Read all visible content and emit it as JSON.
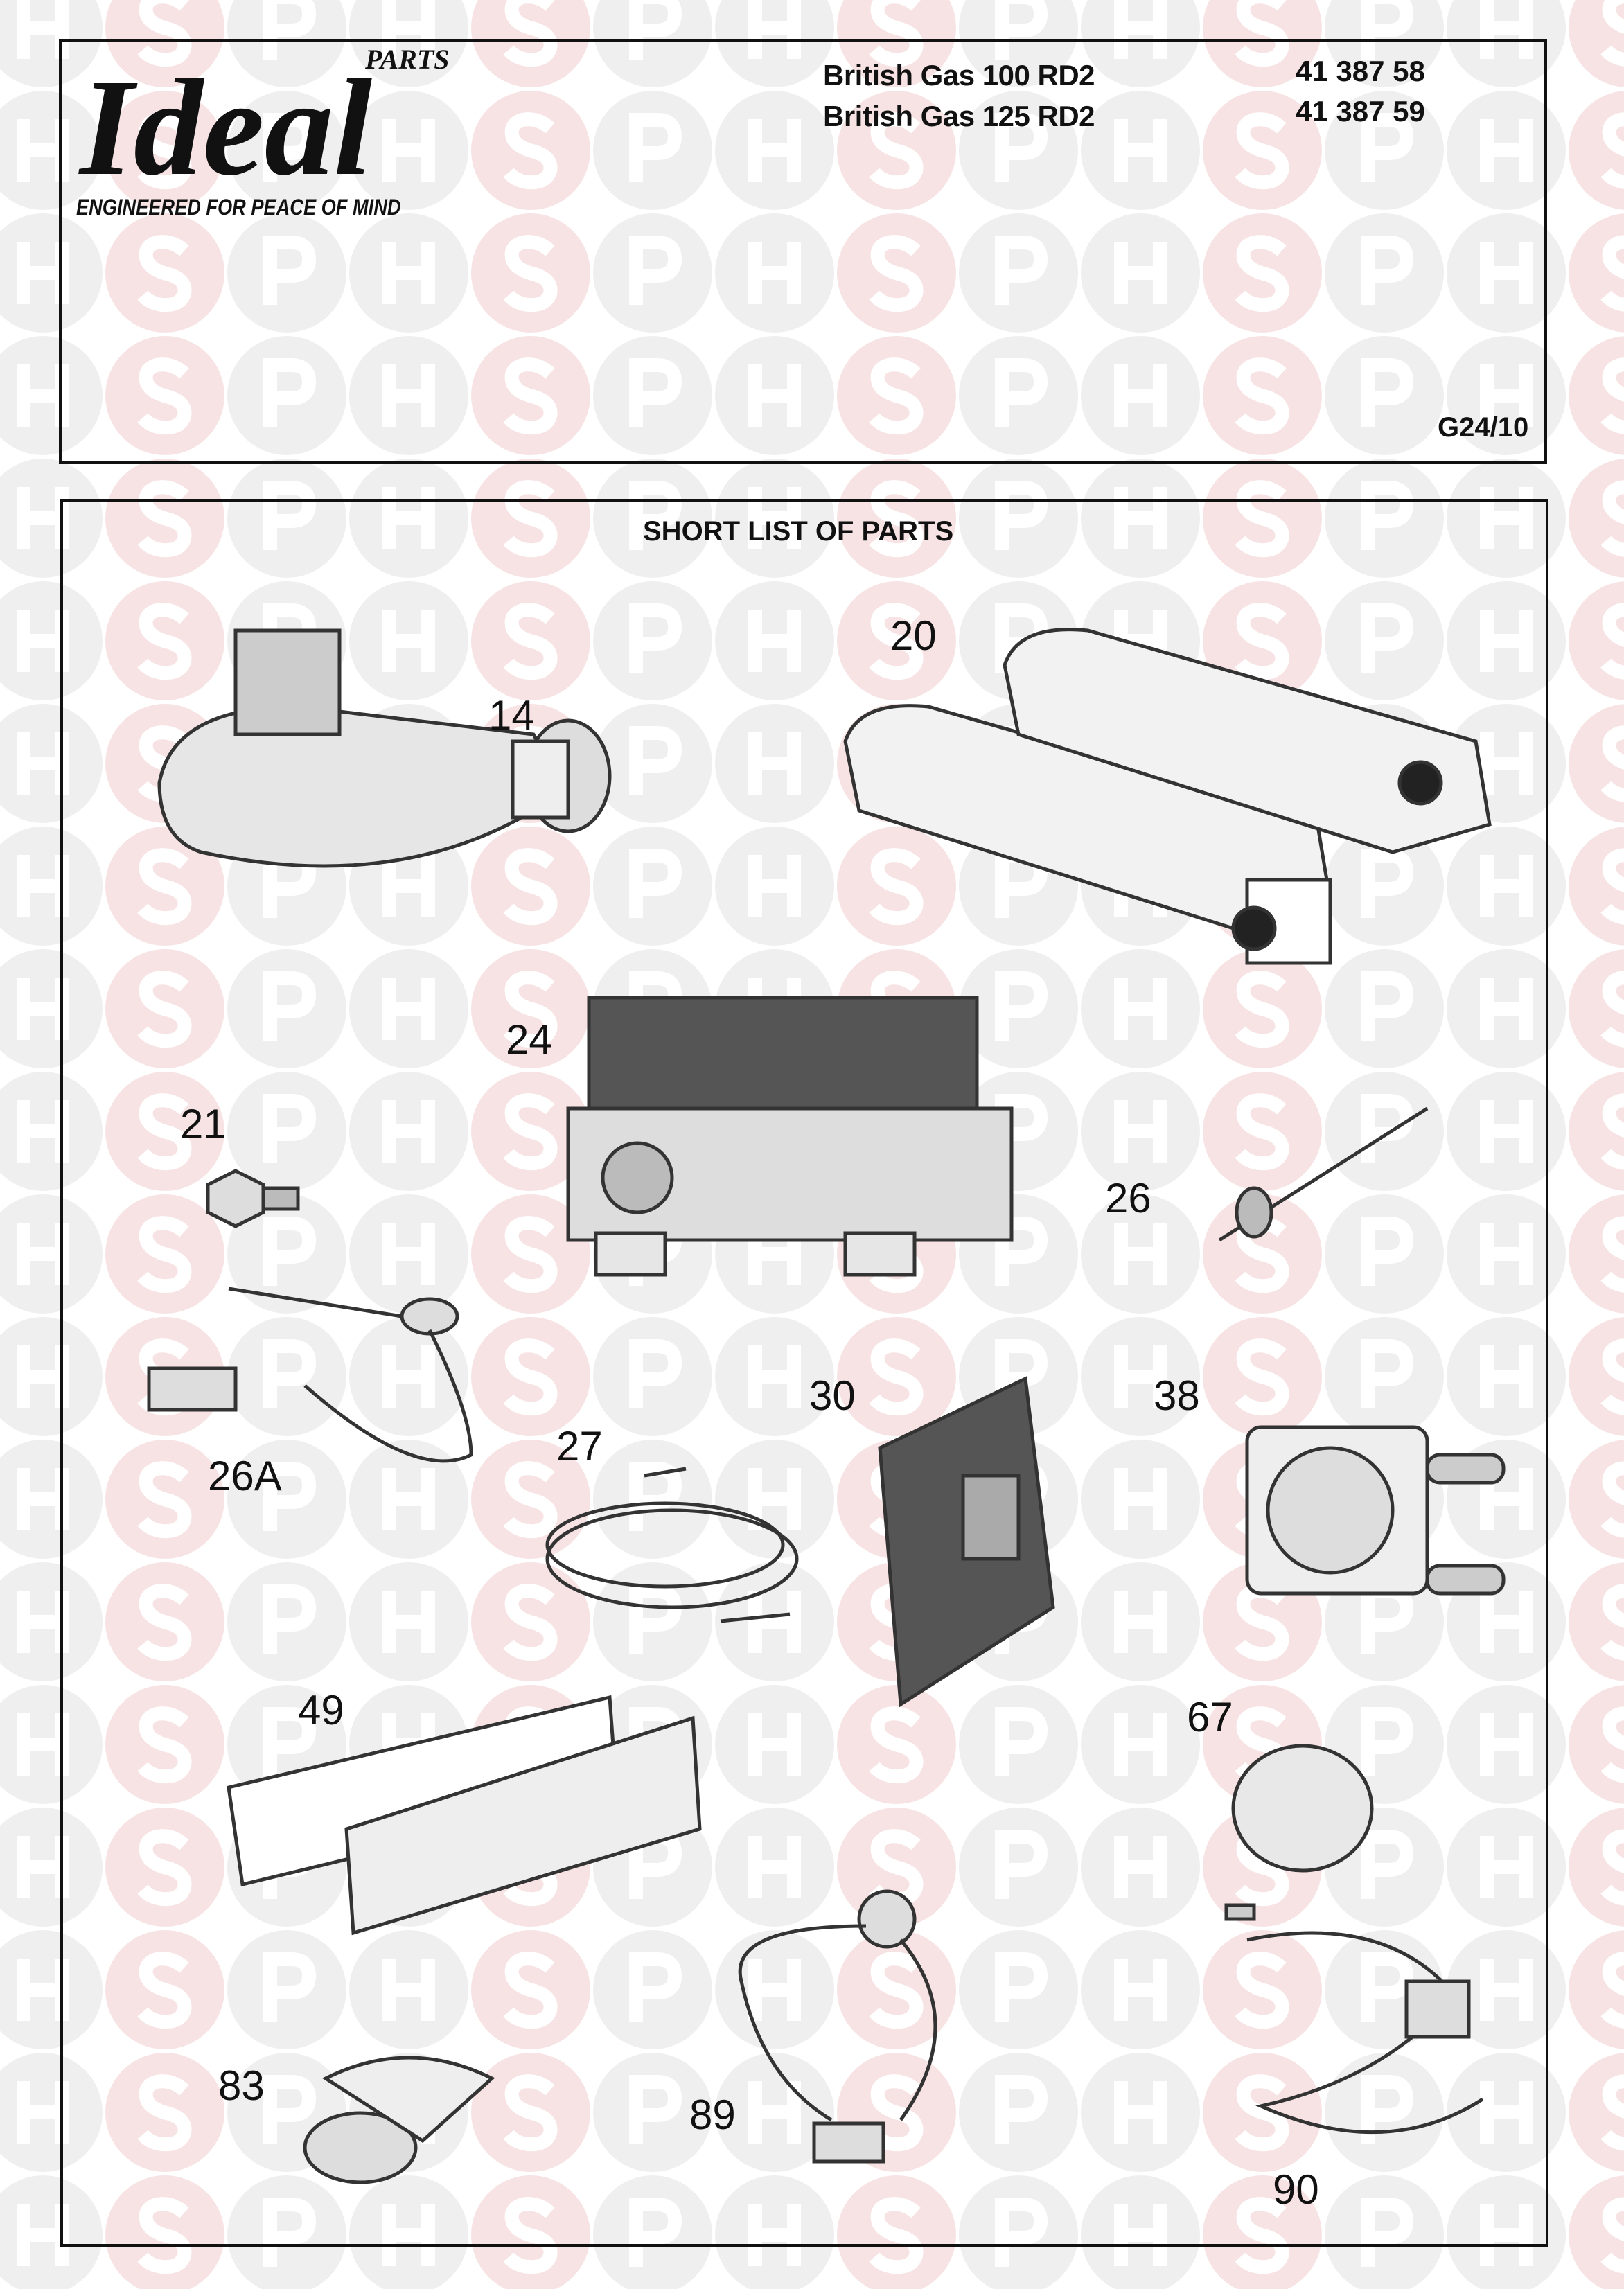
{
  "header": {
    "brand": "Ideal",
    "brand_sub": "PARTS",
    "slogan": "ENGINEERED FOR PEACE OF MIND",
    "models": [
      {
        "name": "British Gas 100 RD2",
        "code": "41 387 58"
      },
      {
        "name": "British Gas 125 RD2",
        "code": "41 387 59"
      }
    ],
    "sheet_ref": "G24/10"
  },
  "main": {
    "title": "SHORT LIST OF PARTS",
    "parts": [
      {
        "label": "14",
        "icon": "fan-assembly-icon"
      },
      {
        "label": "20",
        "icon": "burner-icon"
      },
      {
        "label": "24",
        "icon": "gas-valve-icon"
      },
      {
        "label": "21",
        "icon": "injector-icon"
      },
      {
        "label": "26",
        "icon": "electrode-icon"
      },
      {
        "label": "26A",
        "icon": "thermistor-lead-icon"
      },
      {
        "label": "30",
        "icon": "pcb-icon"
      },
      {
        "label": "38",
        "icon": "pressure-switch-icon"
      },
      {
        "label": "27",
        "icon": "ignition-lead-icon"
      },
      {
        "label": "49",
        "icon": "heat-shield-icon"
      },
      {
        "label": "67",
        "icon": "knob-icon"
      },
      {
        "label": "83",
        "icon": "overheat-thermostat-icon"
      },
      {
        "label": "89",
        "icon": "potentiometer-icon"
      },
      {
        "label": "90",
        "icon": "sensor-harness-icon"
      }
    ]
  },
  "watermark": {
    "letters": [
      "H",
      "S",
      "P"
    ],
    "colors": {
      "grey": "#efefef",
      "red": "#f7e3e3"
    }
  }
}
